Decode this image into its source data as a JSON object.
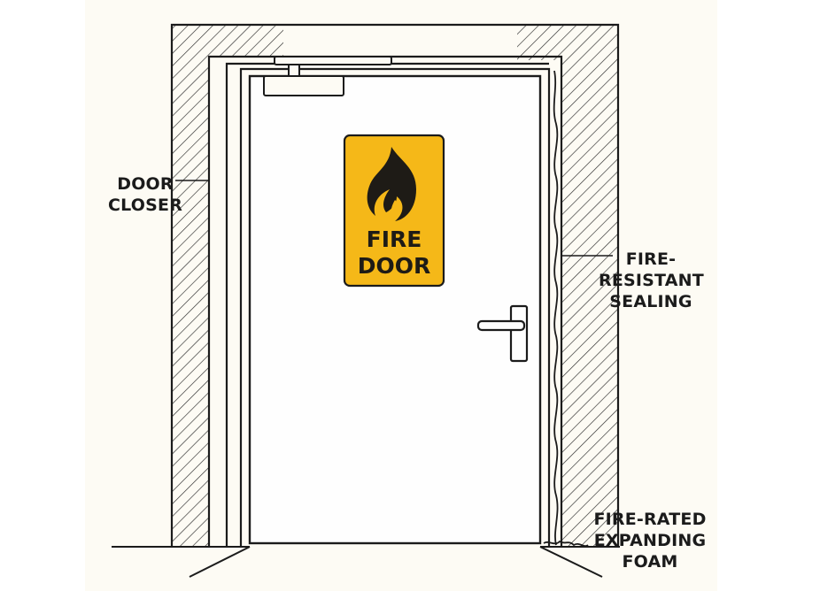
{
  "labels": {
    "door_closer": [
      "DOOR",
      "CLOSER"
    ],
    "fire_resistant_sealing": [
      "FIRE-",
      "RESISTANT",
      "SEALING"
    ],
    "fire_rated_expanding_foam": [
      "FIRE-RATED",
      "EXPANDING",
      "FOAM"
    ]
  },
  "sign": {
    "line1": "FIRE",
    "line2": "DOOR",
    "background_color": "#f5b818",
    "icon": "flame-icon"
  },
  "colors": {
    "ink": "#1b1b1b",
    "background": "#fdfbf4"
  }
}
